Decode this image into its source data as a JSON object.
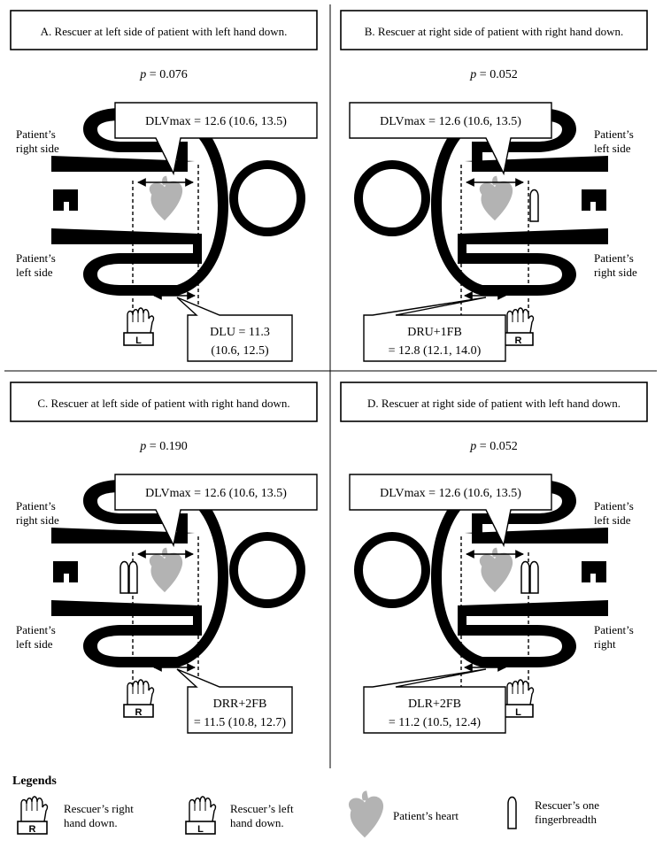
{
  "panels": [
    {
      "id": "A",
      "title": "A. Rescuer at left side of patient with left hand down.",
      "p_label": "p",
      "p_value": " = 0.076",
      "dlvmax": "DLVmax = 12.6 (10.6, 13.5)",
      "upper_side": [
        "Patient’s",
        "right side"
      ],
      "lower_side": [
        "Patient’s",
        "left side"
      ],
      "measure_lines": [
        "DLU = 11.3",
        "(10.6, 12.5)"
      ],
      "hand_letter": "L",
      "finger_count": 0
    },
    {
      "id": "B",
      "title": "B. Rescuer at right side of patient with right hand down.",
      "p_label": "p",
      "p_value": " = 0.052",
      "dlvmax": "DLVmax = 12.6 (10.6, 13.5)",
      "upper_side": [
        "Patient’s",
        "left side"
      ],
      "lower_side": [
        "Patient’s",
        "right side"
      ],
      "measure_lines": [
        "DRU+1FB",
        "= 12.8 (12.1, 14.0)"
      ],
      "hand_letter": "R",
      "finger_count": 1
    },
    {
      "id": "C",
      "title": "C. Rescuer at left side of patient with right hand down.",
      "p_label": "p",
      "p_value": " = 0.190",
      "dlvmax": "DLVmax = 12.6 (10.6, 13.5)",
      "upper_side": [
        "Patient’s",
        "right side"
      ],
      "lower_side": [
        "Patient’s",
        "left side"
      ],
      "measure_lines": [
        "DRR+2FB",
        "= 11.5 (10.8, 12.7)"
      ],
      "hand_letter": "R",
      "finger_count": 2
    },
    {
      "id": "D",
      "title": "D. Rescuer at right side of patient with left hand down.",
      "p_label": "p",
      "p_value": " = 0.052",
      "dlvmax": "DLVmax = 12.6 (10.6, 13.5)",
      "upper_side": [
        "Patient’s",
        "left side"
      ],
      "lower_side": [
        "Patient’s",
        "right"
      ],
      "measure_lines": [
        "DLR+2FB",
        "= 11.2 (10.5, 12.4)"
      ],
      "hand_letter": "L",
      "finger_count": 2
    }
  ],
  "legend": {
    "title": "Legends",
    "items": [
      {
        "icon": "right-hand-down-icon",
        "letter": "R",
        "lines": [
          "Rescuer’s right",
          "hand down."
        ]
      },
      {
        "icon": "left-hand-down-icon",
        "letter": "L",
        "lines": [
          "Rescuer’s left",
          "hand down."
        ]
      },
      {
        "icon": "heart-icon",
        "lines": [
          "Patient’s heart"
        ]
      },
      {
        "icon": "fingerbreadth-icon",
        "lines": [
          "Rescuer’s one",
          "fingerbreadth"
        ]
      }
    ]
  },
  "colors": {
    "line": "#000000",
    "heart": "#b3b3b3",
    "background": "#ffffff"
  }
}
